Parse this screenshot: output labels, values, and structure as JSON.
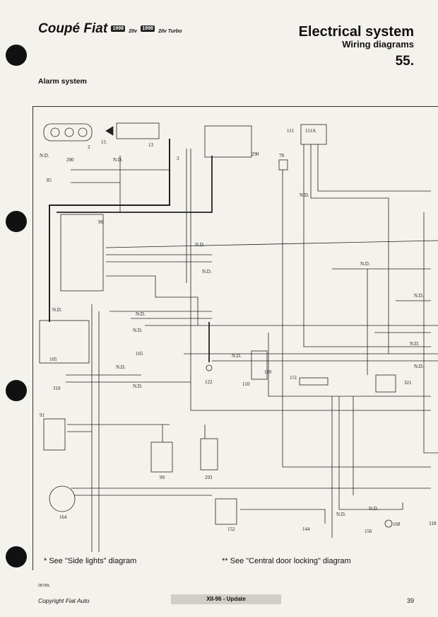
{
  "header": {
    "brand": "Coupé Fiat",
    "badge_1": "1998",
    "badge_1_suffix": "20v",
    "badge_2": "1998",
    "badge_2_suffix": "20v Turbo",
    "title": "Electrical system",
    "subtitle": "Wiring diagrams",
    "page_section": "55."
  },
  "section_title": "Alarm system",
  "diagram_labels": {
    "n2": "2",
    "n15": "15",
    "n13": "13",
    "n200": "200",
    "n85": "85",
    "n3": "3",
    "n290": "290",
    "n78": "78",
    "n111": "111",
    "n111a": "111A",
    "n96": "96",
    "n105": "105",
    "n319": "319",
    "n91": "91",
    "n165": "165",
    "n122": "122",
    "n110": "110",
    "n119": "119",
    "n151": "151",
    "n321": "321",
    "n99": "99",
    "n293": "293",
    "n164": "164",
    "n152": "152",
    "n144": "144",
    "n156": "156",
    "n168": "168",
    "n318": "318",
    "nd": "N.D."
  },
  "notes": {
    "note_1": "*  See \"Side lights\" diagram",
    "note_2": "**  See \"Central door locking\" diagram"
  },
  "footer": {
    "code": "26730L",
    "copyright": "Copyright Fiat Auto",
    "update": "XII-96 - Update",
    "page": "39"
  }
}
